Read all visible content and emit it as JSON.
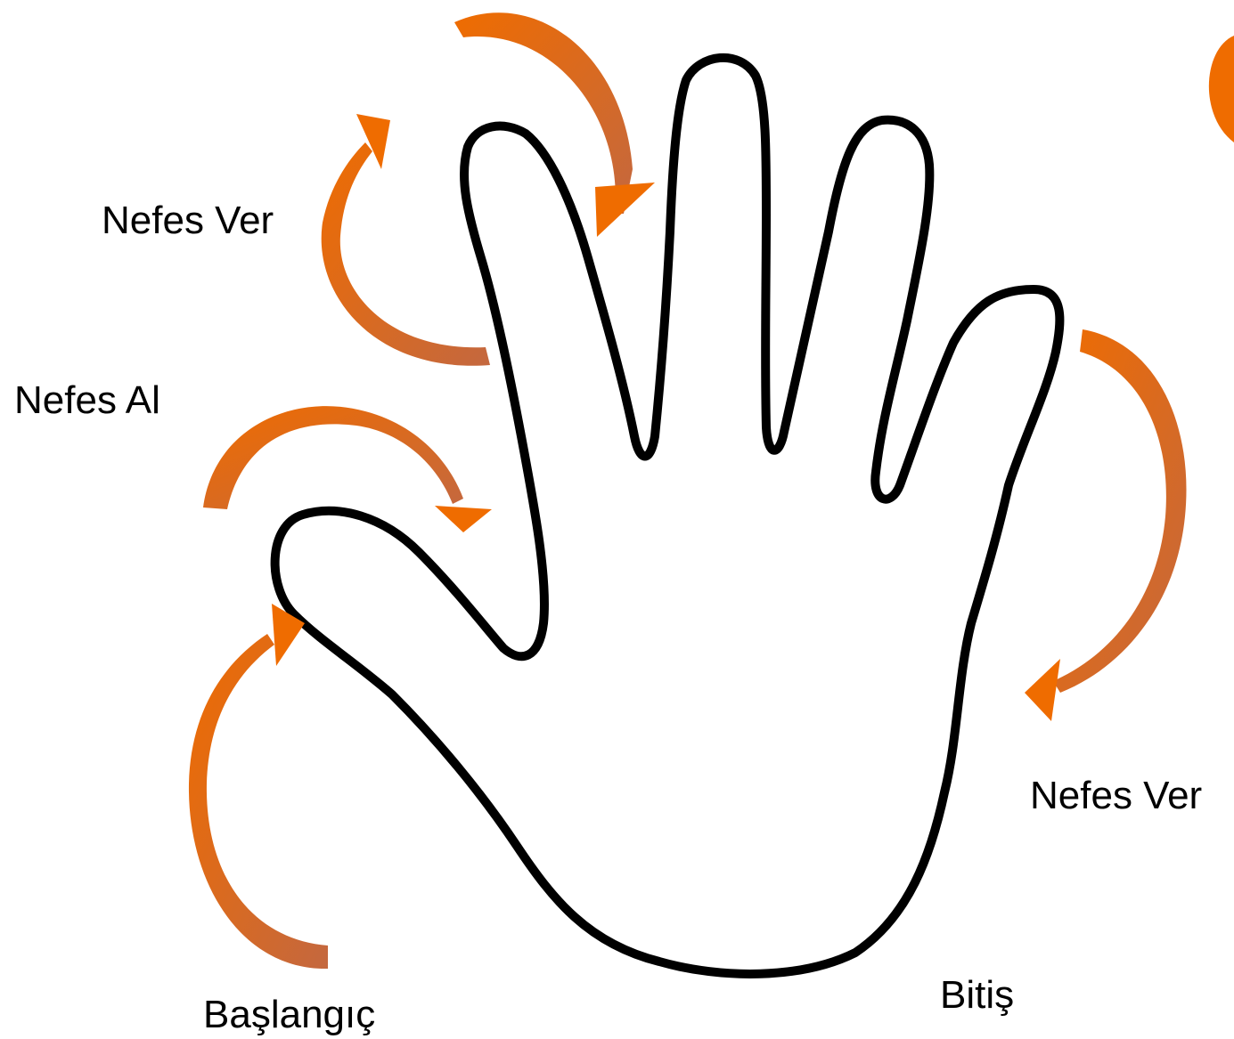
{
  "labels": {
    "exhale_top": "Nefes Ver",
    "inhale": "Nefes Al",
    "exhale_right": "Nefes Ver",
    "start": "Başlangıç",
    "end": "Bitiş"
  },
  "colors": {
    "arrow_light": "#ef6c00",
    "arrow_dark": "#c4683f",
    "outline": "#000000",
    "background": "#ffffff"
  }
}
